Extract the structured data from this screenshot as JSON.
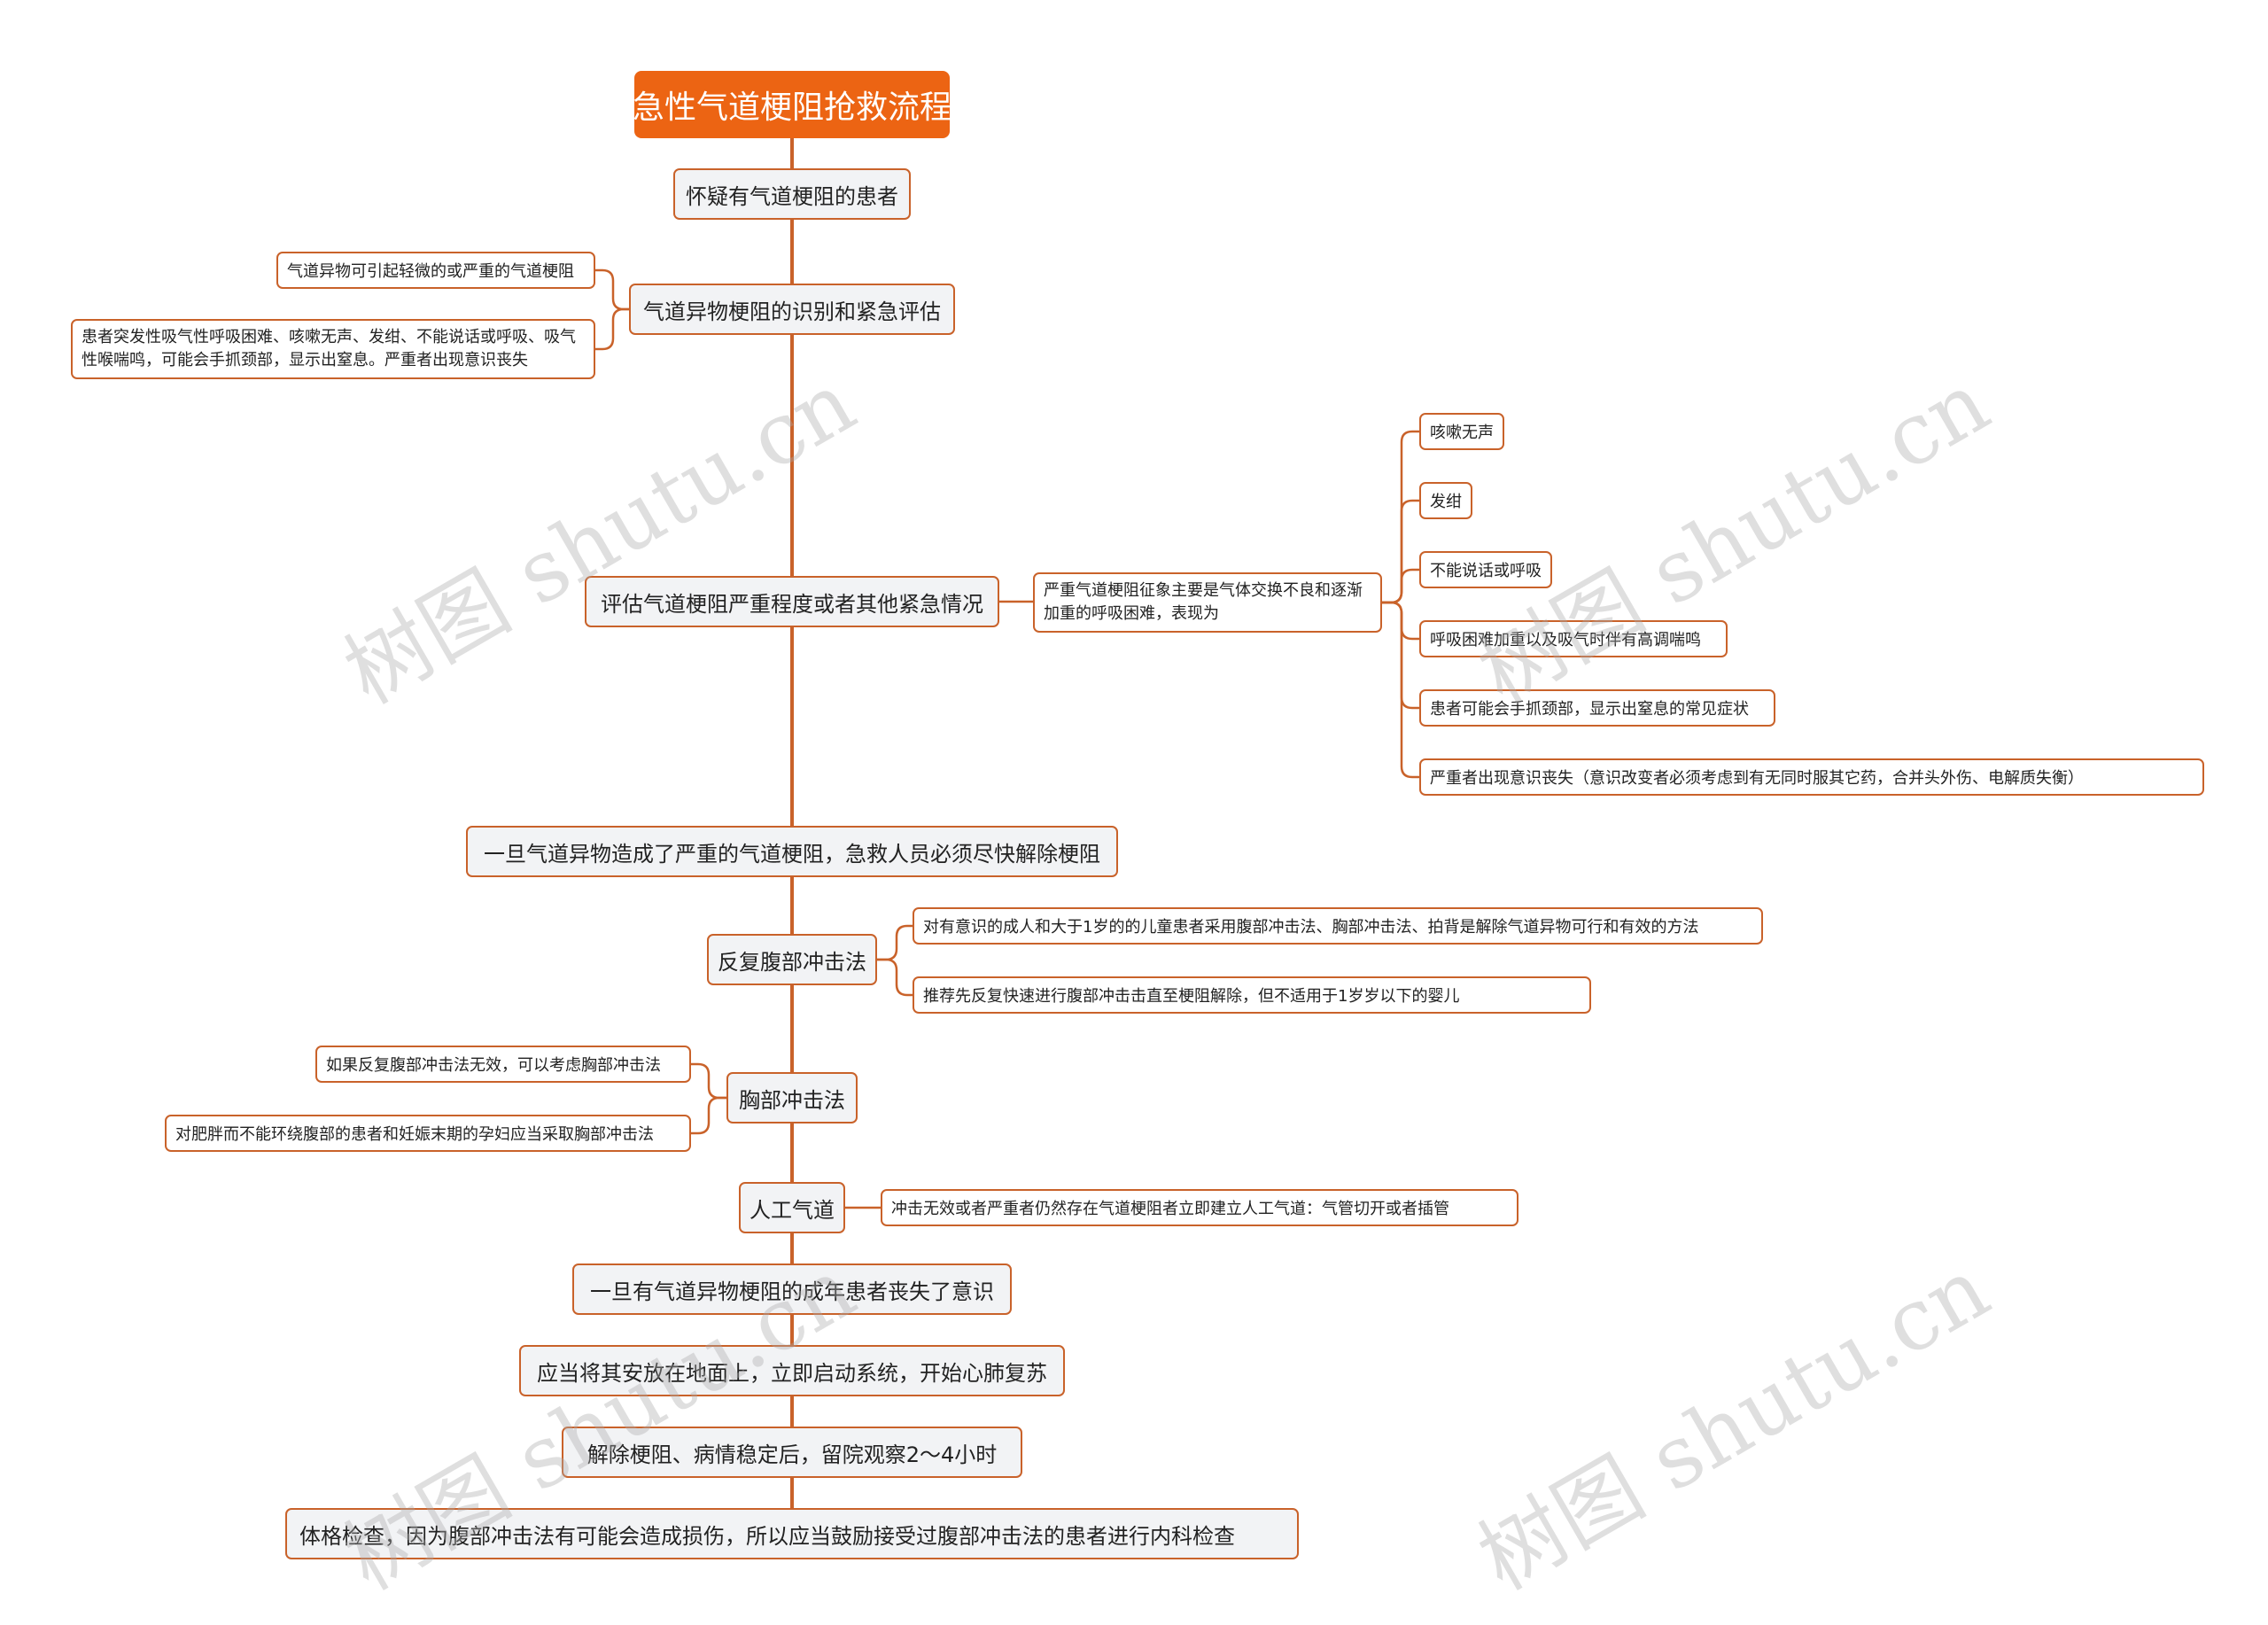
{
  "title": "急性气道梗阻抢救流程",
  "colors": {
    "root_fill": "#ec6413",
    "line": "#c9622a",
    "main_fill": "#f2f3f5",
    "sub_fill": "#ffffff"
  },
  "main_steps": [
    {
      "label": "怀疑有气道梗阻的患者"
    },
    {
      "label": "气道异物梗阻的识别和紧急评估"
    },
    {
      "label": "评估气道梗阻严重程度或者其他紧急情况"
    },
    {
      "label": "一旦气道异物造成了严重的气道梗阻，急救人员必须尽快解除梗阻"
    },
    {
      "label": "反复腹部冲击法"
    },
    {
      "label": "胸部冲击法"
    },
    {
      "label": "人工气道"
    },
    {
      "label": "一旦有气道异物梗阻的成年患者丧失了意识"
    },
    {
      "label": "应当将其安放在地面上，立即启动系统，开始心肺复苏"
    },
    {
      "label": "解除梗阻、病情稳定后，留院观察2～4小时"
    },
    {
      "label": "体格检查，因为腹部冲击法有可能会造成损伤，所以应当鼓励接受过腹部冲击法的患者进行内科检查"
    }
  ],
  "details": {
    "identification": [
      "气道异物可引起轻微的或严重的气道梗阻",
      "患者突发性吸气性呼吸困难、咳嗽无声、发绀、不能说话或呼吸、吸气性喉喘鸣，可能会手抓颈部，显示出窒息。严重者出现意识丧失"
    ],
    "severity": "严重气道梗阻征象主要是气体交换不良和逐渐加重的呼吸困难，表现为",
    "severity_signs": [
      "咳嗽无声",
      "发绀",
      "不能说话或呼吸",
      "呼吸困难加重以及吸气时伴有高调喘鸣",
      "患者可能会手抓颈部，显示出窒息的常见症状",
      "严重者出现意识丧失（意识改变者必须考虑到有无同时服其它药，合并头外伤、电解质失衡）"
    ],
    "abdominal": [
      "对有意识的成人和大于1岁的的儿童患者采用腹部冲击法、胸部冲击法、拍背是解除气道异物可行和有效的方法",
      "推荐先反复快速进行腹部冲击击直至梗阻解除，但不适用于1岁岁以下的婴儿"
    ],
    "chest": [
      "如果反复腹部冲击法无效，可以考虑胸部冲击法",
      "对肥胖而不能环绕腹部的患者和妊娠末期的孕妇应当采取胸部冲击法"
    ],
    "airway": "冲击无效或者严重者仍然存在气道梗阻者立即建立人工气道：气管切开或者插管"
  },
  "watermark": "树图 shutu.cn"
}
